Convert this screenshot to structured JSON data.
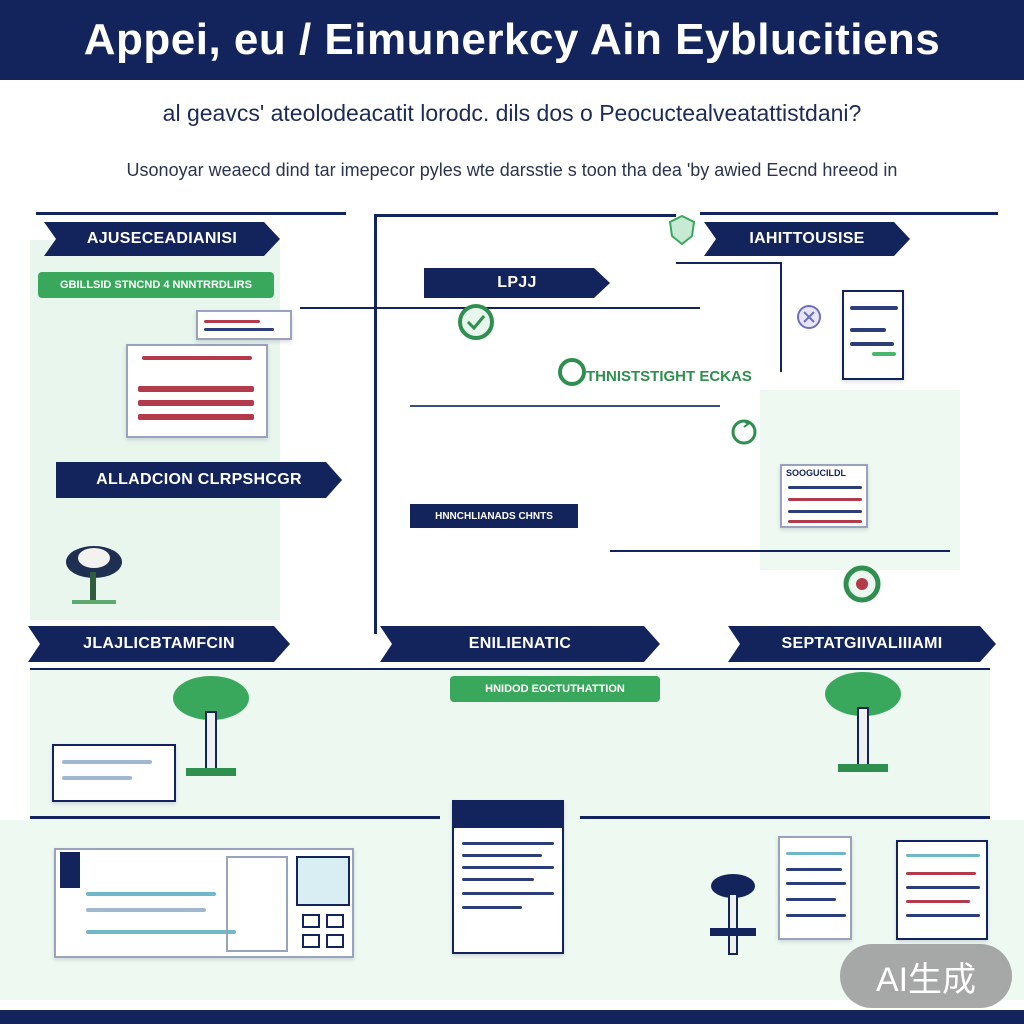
{
  "header": {
    "title": "Appei, eu / Eimunerkcy Ain Eyblucitiens",
    "subtitle": "al geavcs' ateolodeacatit lorodc. dils dos o Peocuctealveatattistdani?",
    "description": "Usonoyar weaecd dind tar imepecor pyles wte darsstie s toon tha dea 'by awied Eecnd hreeod in"
  },
  "banners": {
    "top_left": "AJUSECEADIANISI",
    "top_right": "IAHITTOUSISE",
    "center_top": "LPJJ",
    "middle_left": "ALLADCION CLRPSHCGR",
    "bottom_left": "JLAJLICBTAMFCIN",
    "bottom_center": "ENILIENATIC",
    "bottom_right": "SEPTATGIIVALIIIAMI"
  },
  "tags": {
    "green_top_left": "GBILLSID STNCND 4 NNNTRRDLIRS",
    "green_mid_label": "THNISTSTIGHT ECKAS",
    "navy_mid": "HNNCHLIANADS CHNTS",
    "green_bottom_center": "HNIDOD EOCTUTHATTION",
    "calendar_header": "SOOGUCILDL"
  },
  "watermark": "AI生成",
  "colors": {
    "navy": "#13245c",
    "green": "#3aa85c",
    "wash": "#e4f5ea",
    "red_accent": "#b23a4a"
  }
}
